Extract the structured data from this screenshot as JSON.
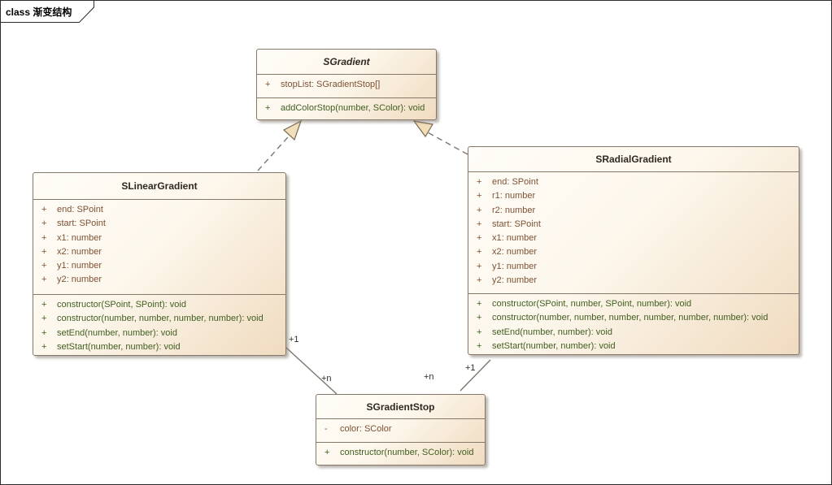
{
  "frame": {
    "label": "class 渐变结构"
  },
  "colors": {
    "box_fill_light": "#fffdf8",
    "box_fill_dark": "#f0dbc0",
    "box_border": "#847868",
    "attribute_text": "#7d5134",
    "method_text": "#3f5e20",
    "title_text": "#2f2a21",
    "connector": "#7c776e",
    "arrowhead_fill": "#f3debb",
    "multiplicity_text": "#2e2e2e"
  },
  "classes": {
    "sgradient": {
      "name": "SGradient",
      "abstract": true,
      "attributes": [
        {
          "vis": "+",
          "text": "stopList: SGradientStop[]"
        }
      ],
      "methods": [
        {
          "vis": "+",
          "text": "addColorStop(number, SColor): void"
        }
      ]
    },
    "slinear": {
      "name": "SLinearGradient",
      "abstract": false,
      "attributes": [
        {
          "vis": "+",
          "text": "end: SPoint"
        },
        {
          "vis": "+",
          "text": "start: SPoint"
        },
        {
          "vis": "+",
          "text": "x1: number"
        },
        {
          "vis": "+",
          "text": "x2: number"
        },
        {
          "vis": "+",
          "text": "y1: number"
        },
        {
          "vis": "+",
          "text": "y2: number"
        }
      ],
      "methods": [
        {
          "vis": "+",
          "text": "constructor(SPoint, SPoint): void"
        },
        {
          "vis": "+",
          "text": "constructor(number, number, number, number): void"
        },
        {
          "vis": "+",
          "text": "setEnd(number, number): void"
        },
        {
          "vis": "+",
          "text": "setStart(number, number): void"
        }
      ]
    },
    "sradial": {
      "name": "SRadialGradient",
      "abstract": false,
      "attributes": [
        {
          "vis": "+",
          "text": "end: SPoint"
        },
        {
          "vis": "+",
          "text": "r1: number"
        },
        {
          "vis": "+",
          "text": "r2: number"
        },
        {
          "vis": "+",
          "text": "start: SPoint"
        },
        {
          "vis": "+",
          "text": "x1: number"
        },
        {
          "vis": "+",
          "text": "x2: number"
        },
        {
          "vis": "+",
          "text": "y1: number"
        },
        {
          "vis": "+",
          "text": "y2: number"
        }
      ],
      "methods": [
        {
          "vis": "+",
          "text": "constructor(SPoint, number, SPoint, number): void"
        },
        {
          "vis": "+",
          "text": "constructor(number, number, number, number, number, number): void"
        },
        {
          "vis": "+",
          "text": "setEnd(number, number): void"
        },
        {
          "vis": "+",
          "text": "setStart(number, number): void"
        }
      ]
    },
    "sstop": {
      "name": "SGradientStop",
      "abstract": false,
      "attributes": [
        {
          "vis": "-",
          "text": "color: SColor"
        }
      ],
      "methods": [
        {
          "vis": "+",
          "text": "constructor(number, SColor): void"
        }
      ]
    }
  },
  "relations": {
    "linear_to_stop": {
      "source_label": "+1",
      "target_label": "+n"
    },
    "radial_to_stop": {
      "source_label": "+1",
      "target_label": "+n"
    }
  }
}
